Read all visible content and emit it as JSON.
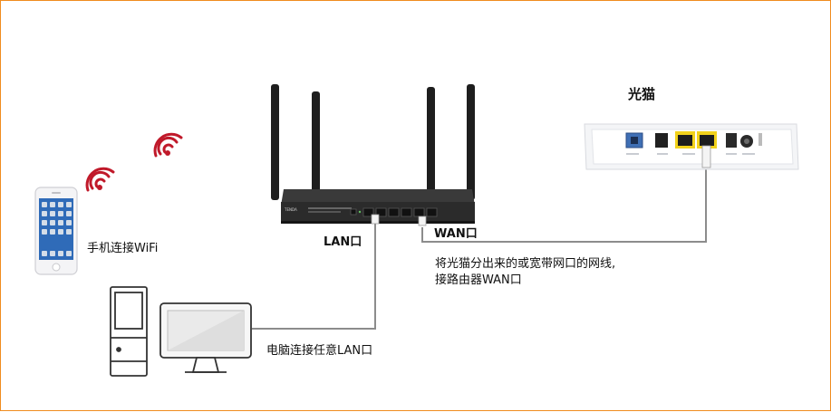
{
  "diagram": {
    "title_modem": "光猫",
    "label_wan": "WAN口",
    "label_lan": "LAN口",
    "label_phone": "手机连接WiFi",
    "label_pc": "电脑连接任意LAN口",
    "label_wan_desc_line1": "将光猫分出来的或宽带网口的网线,",
    "label_wan_desc_line2": "接路由器WAN口",
    "colors": {
      "frame": "#f08c1e",
      "cable": "#8c8c8c",
      "wifi": "#c0192a",
      "router_body": "#2b2b2b",
      "modem_port_yellow": "#f2d21b",
      "modem_port_blue": "#3f6fb5"
    },
    "icons": [
      "wifi-signal-icon",
      "router-icon",
      "optical-modem-icon",
      "smartphone-icon",
      "desktop-pc-icon"
    ]
  }
}
